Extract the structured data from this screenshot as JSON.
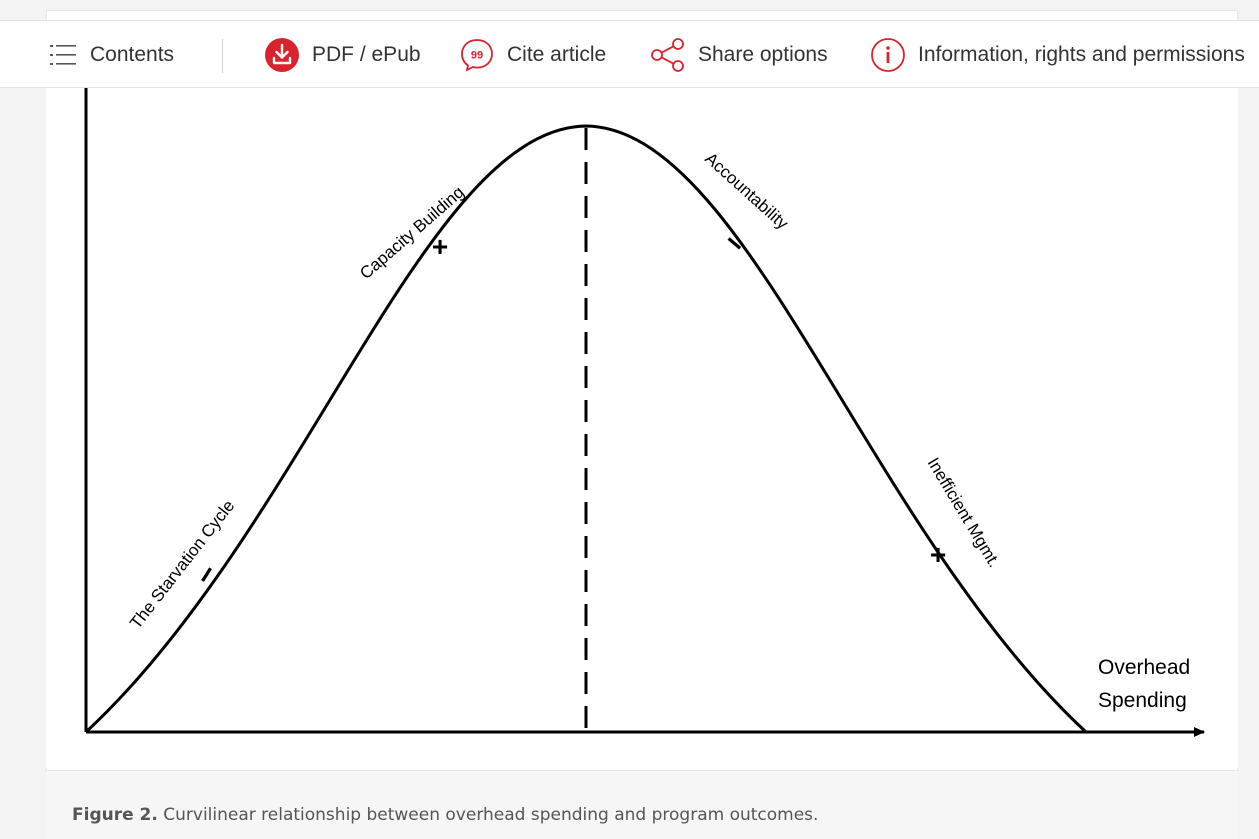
{
  "toolbar": {
    "contents_label": "Contents",
    "pdf_label": "PDF / ePub",
    "cite_label": "Cite article",
    "share_label": "Share options",
    "info_label": "Information, rights and permissions"
  },
  "figure": {
    "labels": {
      "starvation": "The Starvation Cycle",
      "capacity": "Capacity Building",
      "accountability": "Accountability",
      "inefficient": "Inefficient Mgmt.",
      "x_axis_line1": "Overhead",
      "x_axis_line2": "Spending"
    },
    "signs": {
      "starvation": "−",
      "capacity": "+",
      "accountability": "−",
      "inefficient": "+"
    }
  },
  "caption": {
    "label": "Figure 2.",
    "text": " Curvilinear relationship between overhead spending and program outcomes."
  },
  "colors": {
    "accent": "#d9232e",
    "text": "#333333",
    "caption_text": "#555555"
  }
}
